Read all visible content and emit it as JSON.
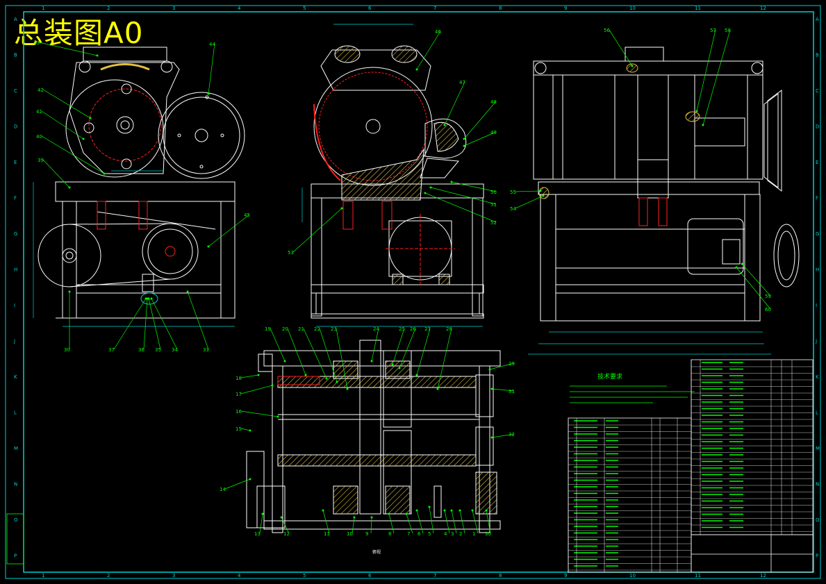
{
  "sheet": {
    "title": "总装图A0",
    "col_numbers": [
      "1",
      "2",
      "3",
      "4",
      "5",
      "6",
      "7",
      "8",
      "9",
      "10",
      "11",
      "12"
    ],
    "row_letters": [
      "A",
      "B",
      "C",
      "D",
      "E",
      "F",
      "G",
      "H",
      "I",
      "J",
      "K",
      "L",
      "M",
      "N",
      "O",
      "P"
    ],
    "tech_heading": "技术要求",
    "bottom_caption": "俯视"
  },
  "callouts": {
    "front": [
      "43",
      "44",
      "42",
      "41",
      "40",
      "39",
      "45",
      "30",
      "37",
      "36",
      "35",
      "34",
      "33"
    ],
    "side": [
      "46",
      "47",
      "48",
      "49",
      "50",
      "51",
      "52",
      "53"
    ],
    "right": [
      "56",
      "57",
      "58",
      "55",
      "54",
      "59",
      "60"
    ],
    "top": [
      "19",
      "20",
      "21",
      "22",
      "23",
      "24",
      "25",
      "26",
      "27",
      "28",
      "29",
      "18",
      "17",
      "16",
      "15",
      "14",
      "13",
      "12",
      "11",
      "10",
      "9",
      "8",
      "7",
      "6",
      "5",
      "4",
      "3",
      "2",
      "1",
      "30",
      "31",
      "32"
    ]
  },
  "colors": {
    "frame": "#00d0d0",
    "lines": "#ffffff",
    "hatch": "#e0c040",
    "accent": "#ff2020",
    "title": "#ffff00",
    "callout": "#00ff00"
  }
}
